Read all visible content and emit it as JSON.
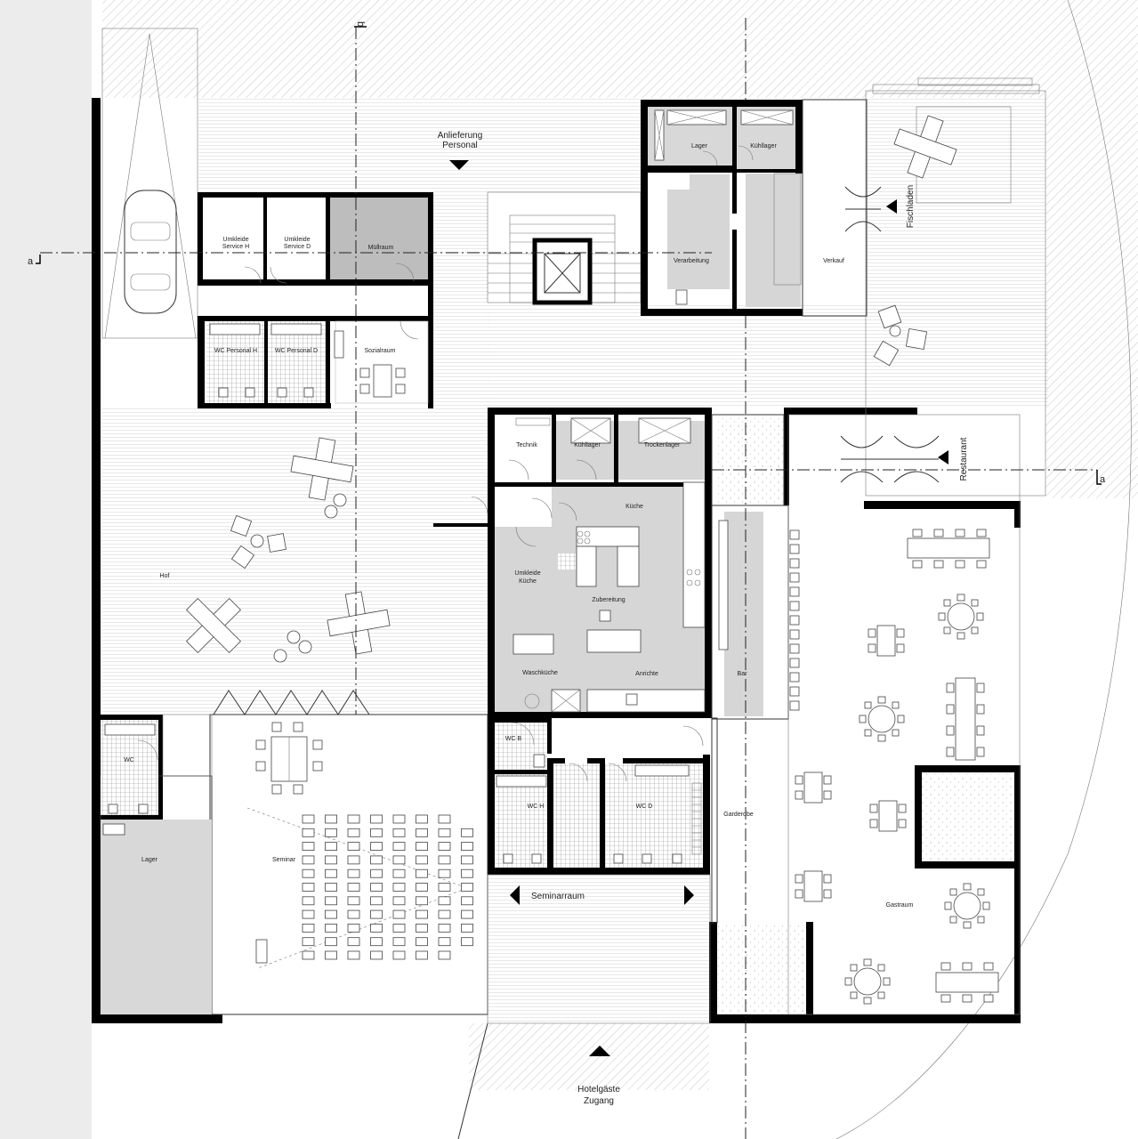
{
  "colors": {
    "wall": "#000000",
    "floor_grey": "#d6d6d6",
    "service_grey": "#bdbdbd",
    "hatch": "#cfcfcf",
    "tile": "#9a9a9a",
    "background_left": "#ececec"
  },
  "section_marks": {
    "a_left": "a",
    "a_right": "a",
    "b_top": "b"
  },
  "entrances": {
    "delivery": {
      "line1": "Anlieferung",
      "line2": "Personal"
    },
    "fish_shop": "Fischladen",
    "restaurant": "Restaurant",
    "seminar": "Seminarraum",
    "hotel": {
      "line1": "Hotelgäste",
      "line2": "Zugang"
    }
  },
  "rooms": {
    "umkleide_h": {
      "line1": "Umkleide",
      "line2": "Service H"
    },
    "umkleide_d": {
      "line1": "Umkleide",
      "line2": "Service D"
    },
    "muellraum": "Müllraum",
    "wc_personal_h": "WC Personal H",
    "wc_personal_d": "WC Personal D",
    "sozialraum": "Sozialraum",
    "lager_top": "Lager",
    "kuehllager_top": "Kühllager",
    "verarbeitung": "Verarbeitung",
    "verkauf": "Verkauf",
    "hof": "Hof",
    "technik": "Technik",
    "kuehllager_kitchen": "Kühllager",
    "trockenlager": "Trockenlager",
    "kueche": "Küche",
    "umkleide_kueche": {
      "line1": "Umkleide",
      "line2": "Küche"
    },
    "zubereitung": "Zubereitung",
    "waschkueche": "Waschküche",
    "anrichte": "Anrichte",
    "bar": "Bar",
    "wc_b": "WC B",
    "wc_h": "WC H",
    "wc_d": "WC D",
    "garderobe": "Garderobe",
    "wc_left": "WC",
    "lager_left": "Lager",
    "seminar": "Seminar",
    "gastraum": "Gastraum"
  }
}
